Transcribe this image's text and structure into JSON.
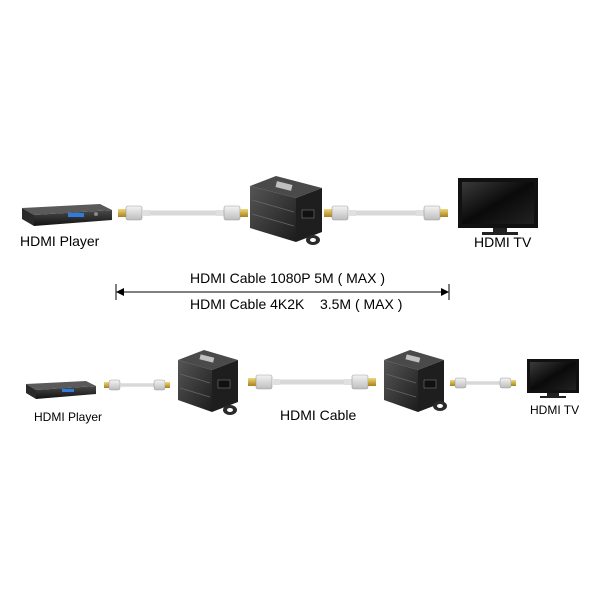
{
  "top": {
    "source_label": "HDMI Player",
    "sink_label": "HDMI TV",
    "spec_line_1": "HDMI Cable 1080P 5M ( MAX )",
    "spec_line_2": "HDMI Cable 4K2K    3.5M ( MAX )"
  },
  "bottom": {
    "source_label": "HDMI Player",
    "cable_label": "HDMI Cable",
    "sink_label": "HDMI TV"
  },
  "colors": {
    "device_body": "#1e1e1e",
    "extender_body": "#2e2e2e",
    "cable": "#d8d8d8",
    "connector_gold": "#c9a227",
    "arrow": "#000000"
  }
}
